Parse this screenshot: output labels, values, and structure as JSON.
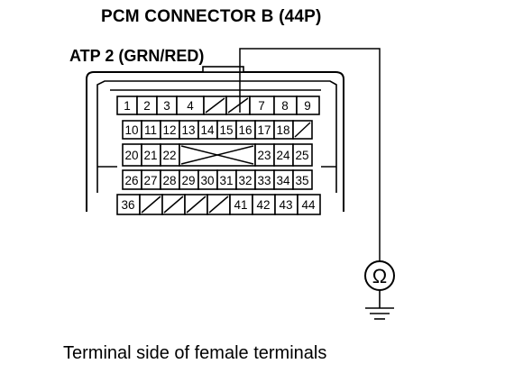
{
  "title": "PCM CONNECTOR B (44P)",
  "subtitle": "ATP 2 (GRN/RED)",
  "caption": "Terminal side of female terminals",
  "ohmmeter_symbol": "Ω",
  "rows": [
    [
      "1",
      "2",
      "3",
      "4",
      "",
      "",
      "7",
      "8",
      "9"
    ],
    [
      "10",
      "11",
      "12",
      "13",
      "14",
      "15",
      "16",
      "17",
      "18",
      ""
    ],
    [
      "20",
      "21",
      "22",
      "23",
      "24",
      "25"
    ],
    [
      "26",
      "27",
      "28",
      "29",
      "30",
      "31",
      "32",
      "33",
      "34",
      "35"
    ],
    [
      "36",
      "",
      "",
      "",
      "",
      "41",
      "42",
      "43",
      "44"
    ]
  ]
}
